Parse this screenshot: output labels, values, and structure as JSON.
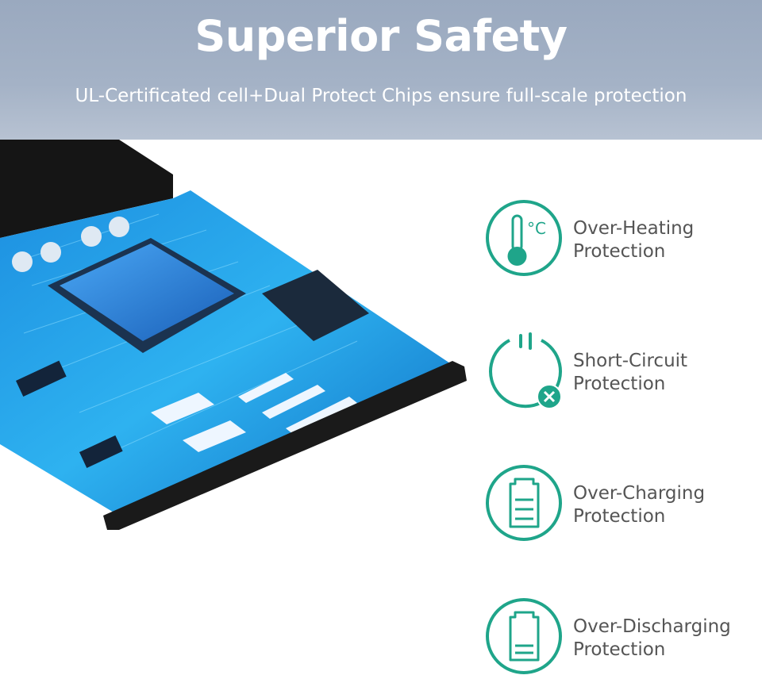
{
  "header": {
    "title": "Superior Safety",
    "subtitle": "UL-Certificated cell+Dual Protect Chips ensure full-scale protection"
  },
  "accent_color": "#1fa58a",
  "features": [
    {
      "icon": "thermometer-icon",
      "line1": "Over-Heating",
      "line2": "Protection",
      "icon_text": "°C"
    },
    {
      "icon": "power-off-icon",
      "line1": "Short-Circuit",
      "line2": "Protection"
    },
    {
      "icon": "battery-full-icon",
      "line1": "Over-Charging",
      "line2": "Protection"
    },
    {
      "icon": "battery-low-icon",
      "line1": "Over-Discharging",
      "line2": "Protection"
    }
  ]
}
